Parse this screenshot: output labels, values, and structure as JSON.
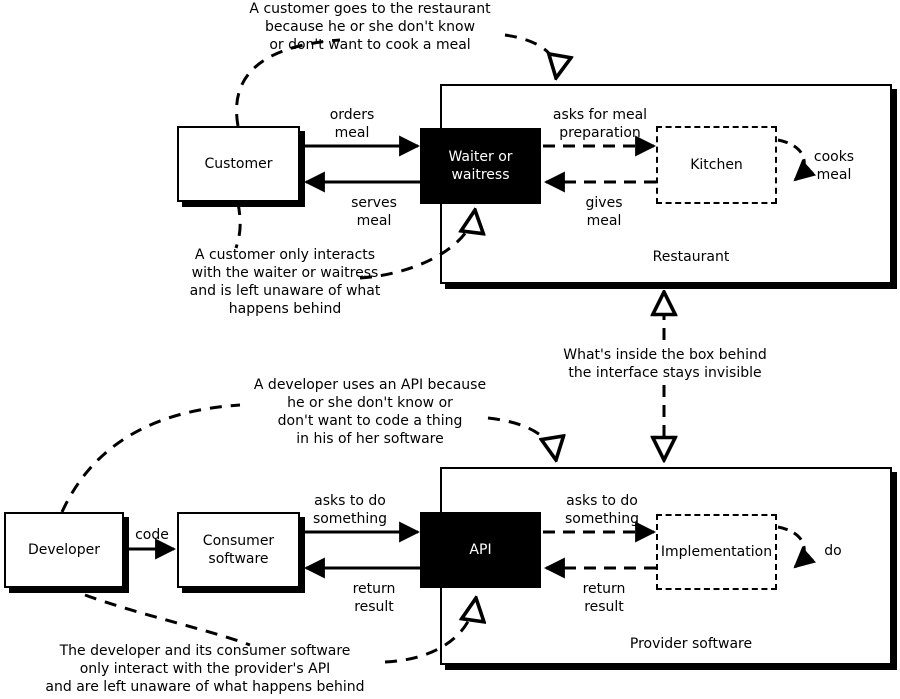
{
  "restaurant": {
    "customer": "Customer",
    "waiter": "Waiter or\nwaitress",
    "kitchen": "Kitchen",
    "container": "Restaurant",
    "orders_meal": "orders\nmeal",
    "serves_meal": "serves\nmeal",
    "asks_meal_preparation": "asks for meal\npreparation",
    "gives_meal": "gives\nmeal",
    "cooks_meal": "cooks\nmeal",
    "note_top": "A customer goes to the restaurant\nbecause he or she don't know\nor don't want to cook a meal",
    "note_bottom": "A customer only interacts\nwith the waiter or waitress\nand is left unaware of what\nhappens behind"
  },
  "middle_note": "What's inside the box behind\nthe interface stays invisible",
  "api": {
    "developer": "Developer",
    "consumer": "Consumer\nsoftware",
    "api": "API",
    "implementation": "Implementation",
    "container": "Provider software",
    "code": "code",
    "asks_left": "asks to do\nsomething",
    "asks_right": "asks to do\nsomething",
    "return_left": "return\nresult",
    "return_right": "return\nresult",
    "do": "do",
    "note_top": "A developer uses an API because\nhe or she don't know or\ndon't want to code a thing\nin his of her software",
    "note_bottom": "The developer and its consumer software\nonly interact with the provider's API\nand are left unaware of what happens behind"
  }
}
